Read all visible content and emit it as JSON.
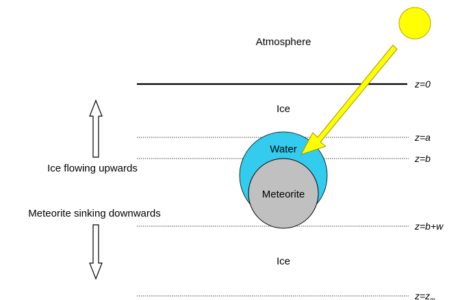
{
  "labels": {
    "atmosphere": "Atmosphere",
    "ice_top": "Ice",
    "ice_bottom": "Ice",
    "water": "Water",
    "meteorite": "Meteorite",
    "ice_flow": "Ice flowing upwards",
    "meteorite_sink": "Meteorite sinking downwards"
  },
  "levels": {
    "z0": "z=0",
    "za": "z=a",
    "zb": "z=b",
    "zbw": "z=b+w",
    "zinf_base": "z=z",
    "zinf_sub": "∞"
  },
  "colors": {
    "sun": "#ffff00",
    "sun_stroke": "#b8a000",
    "water": "#33ccee",
    "meteorite": "#c0c0c0",
    "arrow": "#ffff00",
    "arrow_stroke": "#999900"
  }
}
